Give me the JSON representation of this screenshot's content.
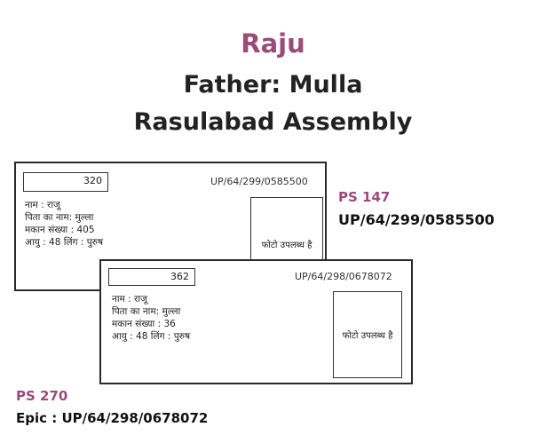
{
  "header": {
    "name": "Raju",
    "father": "Father: Mulla",
    "assembly": "Rasulabad Assembly"
  },
  "cards": [
    {
      "serial": "320",
      "epic": "UP/64/299/0585500",
      "name_line": "नाम : राजू",
      "father_line": "पिता का नाम: मुल्ला",
      "house_line": "मकान संख्या : 405",
      "age_line": "आयु : 48 लिंग : पुरुष",
      "photo_text": "फोटो उपलब्ध है"
    },
    {
      "serial": "362",
      "epic": "UP/64/298/0678072",
      "name_line": "नाम : राजू",
      "father_line": "पिता का नाम: मुल्ला",
      "house_line": "मकान संख्या : 36",
      "age_line": "आयु : 48 लिंग : पुरुष",
      "photo_text": "फोटो उपलब्ध है"
    }
  ],
  "labels": {
    "ps1": "PS 147",
    "ps1_epic": "UP/64/299/0585500",
    "ps2": "PS 270",
    "ps2_epic": "Epic : UP/64/298/0678072"
  }
}
